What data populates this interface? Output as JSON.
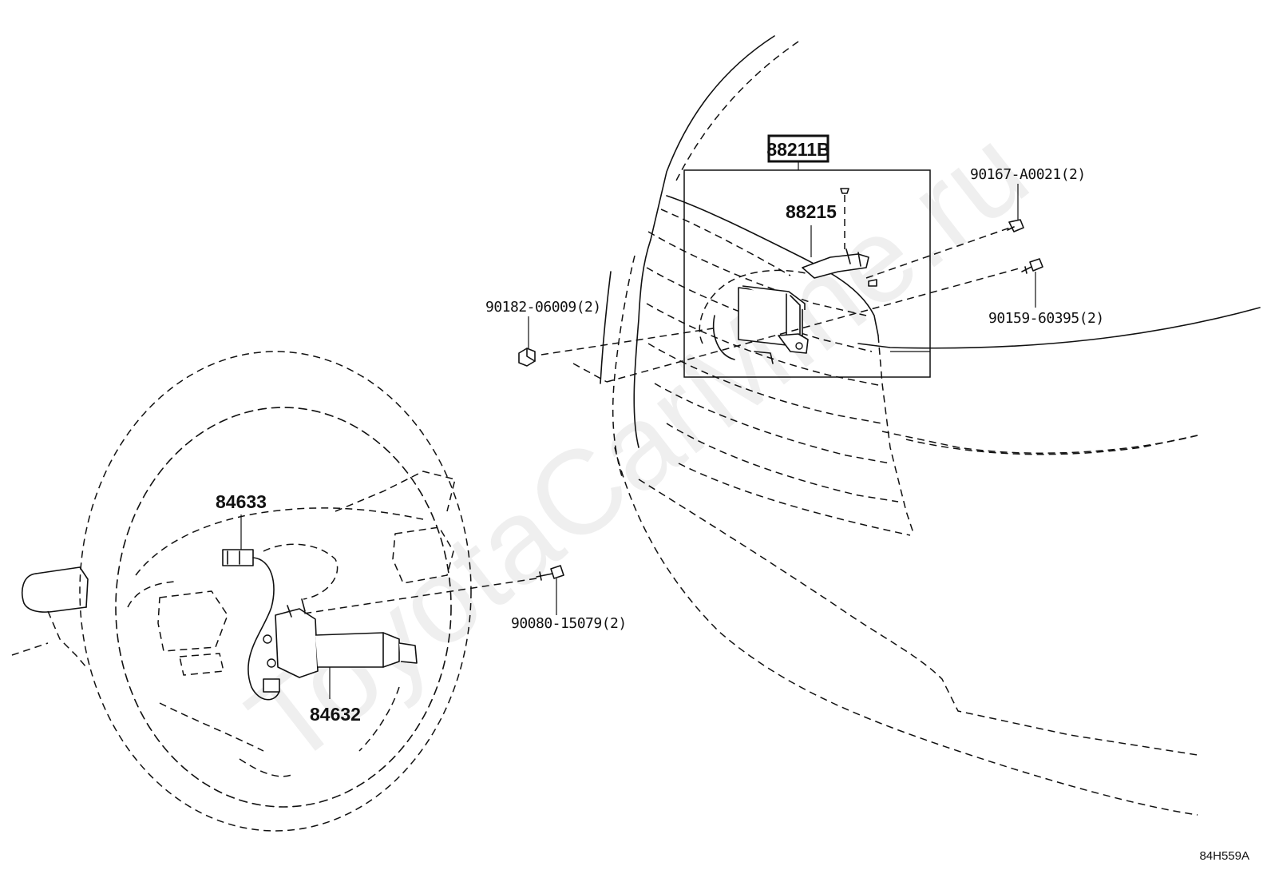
{
  "watermark": "ToyotaCarMine.ru",
  "diagram_code": "84H559A",
  "callouts": {
    "assembly": "88211B",
    "bracket": "88215",
    "screw_top": "90167-A0021(2)",
    "bolt_right": "90159-60395(2)",
    "nut_left": "90182-06009(2)",
    "connector_upper": "84633",
    "switch_lower": "84632",
    "wheel_screw": "90080-15079(2)"
  },
  "icons": {
    "steering_wheel": "steering-wheel-icon",
    "front_bumper": "front-bumper-icon",
    "radar_sensor": "radar-sensor-icon"
  }
}
